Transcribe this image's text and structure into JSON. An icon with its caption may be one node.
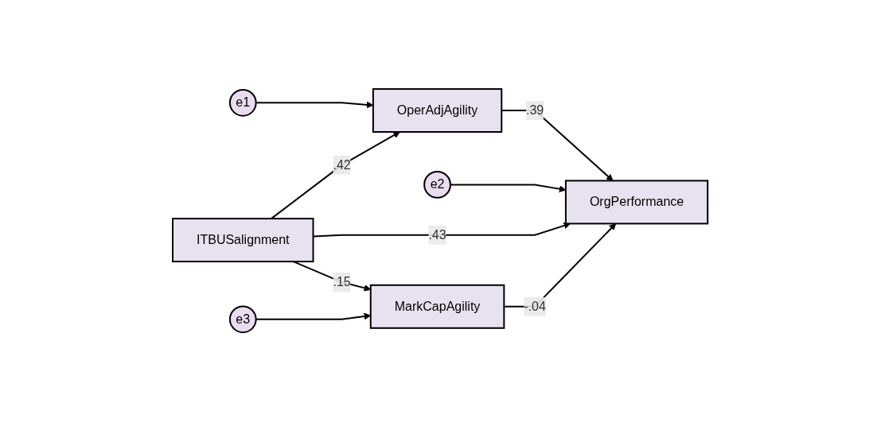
{
  "diagram": {
    "nodes": [
      {
        "text": [
          "e1"
        ]
      },
      {
        "text": [
          "OperAdjAgility"
        ]
      },
      {
        "text": [
          "ITBUSalignment"
        ]
      },
      {
        "text": [
          "OrgPerformance"
        ]
      },
      {
        "text": [
          "e2"
        ]
      },
      {
        "text": [
          "MarkCapAgility"
        ]
      },
      {
        "text": [
          "e3"
        ]
      }
    ],
    "edges": [
      {
        "from": 2,
        "to": 1,
        "arrow": "to",
        "label": ".42"
      },
      {
        "from": 1,
        "to": 3,
        "arrow": "to",
        "label": ".39"
      },
      {
        "from": 2,
        "to": 3,
        "arrow": "to",
        "label": ".43"
      },
      {
        "from": 2,
        "to": 5,
        "arrow": "to",
        "label": ".15"
      },
      {
        "from": 5,
        "to": 3,
        "arrow": "to",
        "label": "-.04"
      },
      {
        "from": 0,
        "to": 1,
        "arrow": "to"
      },
      {
        "from": 4,
        "to": 3,
        "arrow": "to"
      },
      {
        "from": 6,
        "to": 5,
        "arrow": "to"
      }
    ]
  }
}
